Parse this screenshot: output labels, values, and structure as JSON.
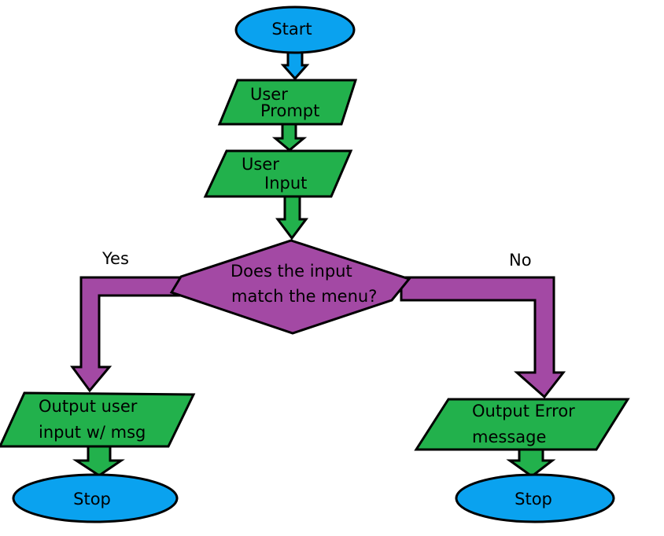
{
  "colors": {
    "terminal_fill": "#0aa2ef",
    "process_fill": "#22b14c",
    "decision_fill": "#a349a4",
    "outline": "#000000"
  },
  "nodes": {
    "start": "Start",
    "prompt_line1": "User",
    "prompt_line2": "Prompt",
    "input_line1": "User",
    "input_line2": "Input",
    "decision_line1": "Does the input",
    "decision_line2": "match the menu?",
    "output_user_line1": "Output user",
    "output_user_line2": "input w/ msg",
    "output_error_line1": "Output Error",
    "output_error_line2": "message",
    "stop_left": "Stop",
    "stop_right": "Stop"
  },
  "branches": {
    "yes": "Yes",
    "no": "No"
  }
}
